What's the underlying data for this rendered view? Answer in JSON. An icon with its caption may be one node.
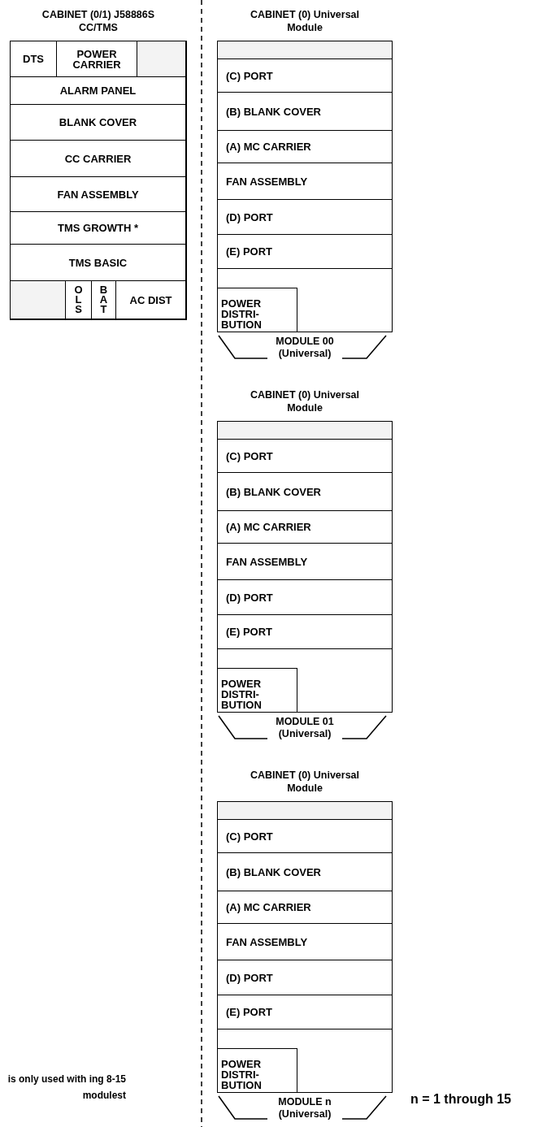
{
  "diagram": {
    "nodes": [
      {
        "text": [
          "CABINET (0/1) J58886S CC/TMS"
        ]
      },
      {
        "text": [
          "DTS"
        ],
        "in": 0
      },
      {
        "text": [
          "POWER CARRIER"
        ],
        "in": 0
      },
      {
        "text": [],
        "shape": "box",
        "in": 0
      },
      {
        "text": [
          "ALARM PANEL"
        ],
        "in": 0
      },
      {
        "text": [
          "BLANK COVER"
        ],
        "in": 0
      },
      {
        "text": [
          "CC CARRIER"
        ],
        "in": 0
      },
      {
        "text": [
          "FAN ASSEMBLY"
        ],
        "in": 0
      },
      {
        "text": [
          "TMS GROWTH *"
        ],
        "in": 0
      },
      {
        "text": [
          "TMS BASIC"
        ],
        "in": 0
      },
      {
        "text": [],
        "shape": "box",
        "in": 0
      },
      {
        "text": [
          "O L S"
        ],
        "in": 0
      },
      {
        "text": [
          "B A T"
        ],
        "in": 0
      },
      {
        "text": [
          "AC DIST"
        ],
        "in": 0
      },
      {
        "text": [
          "CABINET (0) Universal Module"
        ],
        "beside": [
          "MODULE 00 (Universal)"
        ]
      },
      {
        "text": [],
        "shape": "box",
        "in": 14
      },
      {
        "text": [
          "(C) PORT"
        ],
        "in": 14
      },
      {
        "text": [
          "(B) BLANK COVER"
        ],
        "in": 14
      },
      {
        "text": [
          "(A) MC CARRIER"
        ],
        "in": 14
      },
      {
        "text": [
          "FAN ASSEMBLY"
        ],
        "in": 14
      },
      {
        "text": [
          "(D) PORT"
        ],
        "in": 14
      },
      {
        "text": [
          "(E) PORT"
        ],
        "in": 14
      },
      {
        "text": [
          "POWER DISTRI-BUTION"
        ],
        "in": 14
      },
      {
        "text": [
          "CABINET (0) Universal Module"
        ],
        "beside": [
          "MODULE 01 (Universal)"
        ]
      },
      {
        "text": [],
        "shape": "box",
        "in": 23
      },
      {
        "text": [
          "(C) PORT"
        ],
        "in": 23
      },
      {
        "text": [
          "(B) BLANK COVER"
        ],
        "in": 23
      },
      {
        "text": [
          "(A) MC CARRIER"
        ],
        "in": 23
      },
      {
        "text": [
          "FAN ASSEMBLY"
        ],
        "in": 23
      },
      {
        "text": [
          "(D) PORT"
        ],
        "in": 23
      },
      {
        "text": [
          "(E) PORT"
        ],
        "in": 23
      },
      {
        "text": [
          "POWER DISTRI-BUTION"
        ],
        "in": 23
      },
      {
        "text": [
          "CABINET (0) Universal Module"
        ],
        "beside": [
          "MODULE n (Universal)"
        ]
      },
      {
        "text": [],
        "shape": "box",
        "in": 32
      },
      {
        "text": [
          "(C) PORT"
        ],
        "in": 32
      },
      {
        "text": [
          "(B) BLANK COVER"
        ],
        "in": 32
      },
      {
        "text": [
          "(A) MC CARRIER"
        ],
        "in": 32
      },
      {
        "text": [
          "FAN ASSEMBLY"
        ],
        "in": 32
      },
      {
        "text": [
          "(D) PORT"
        ],
        "in": 32
      },
      {
        "text": [
          "(E) PORT"
        ],
        "in": 32
      },
      {
        "text": [
          "POWER DISTRI-BUTION"
        ],
        "in": 32
      }
    ],
    "labels": [
      "is only used with ing 8-15 modulest",
      "n = 1 through 15"
    ]
  }
}
